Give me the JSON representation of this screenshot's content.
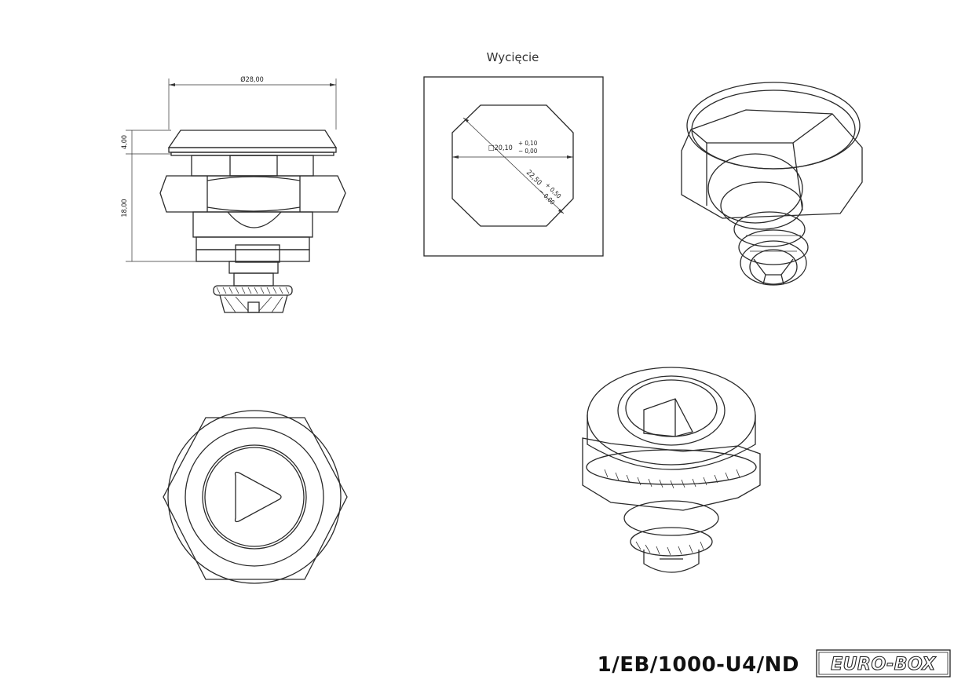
{
  "cutout": {
    "title": "Wycięcie",
    "square_label": "□20,10",
    "square_tol_plus": "+ 0,10",
    "square_tol_minus": "− 0,00",
    "diag_label": "22,50",
    "diag_tol_plus": "+ 0,50",
    "diag_tol_minus": "− 0,00"
  },
  "side_view": {
    "diameter": "Ø28,00",
    "head_height": "4,00",
    "body_height": "18,00"
  },
  "title_block": {
    "part_number": "1/EB/1000-U4/ND",
    "logo_text": "EURO-BOX"
  }
}
